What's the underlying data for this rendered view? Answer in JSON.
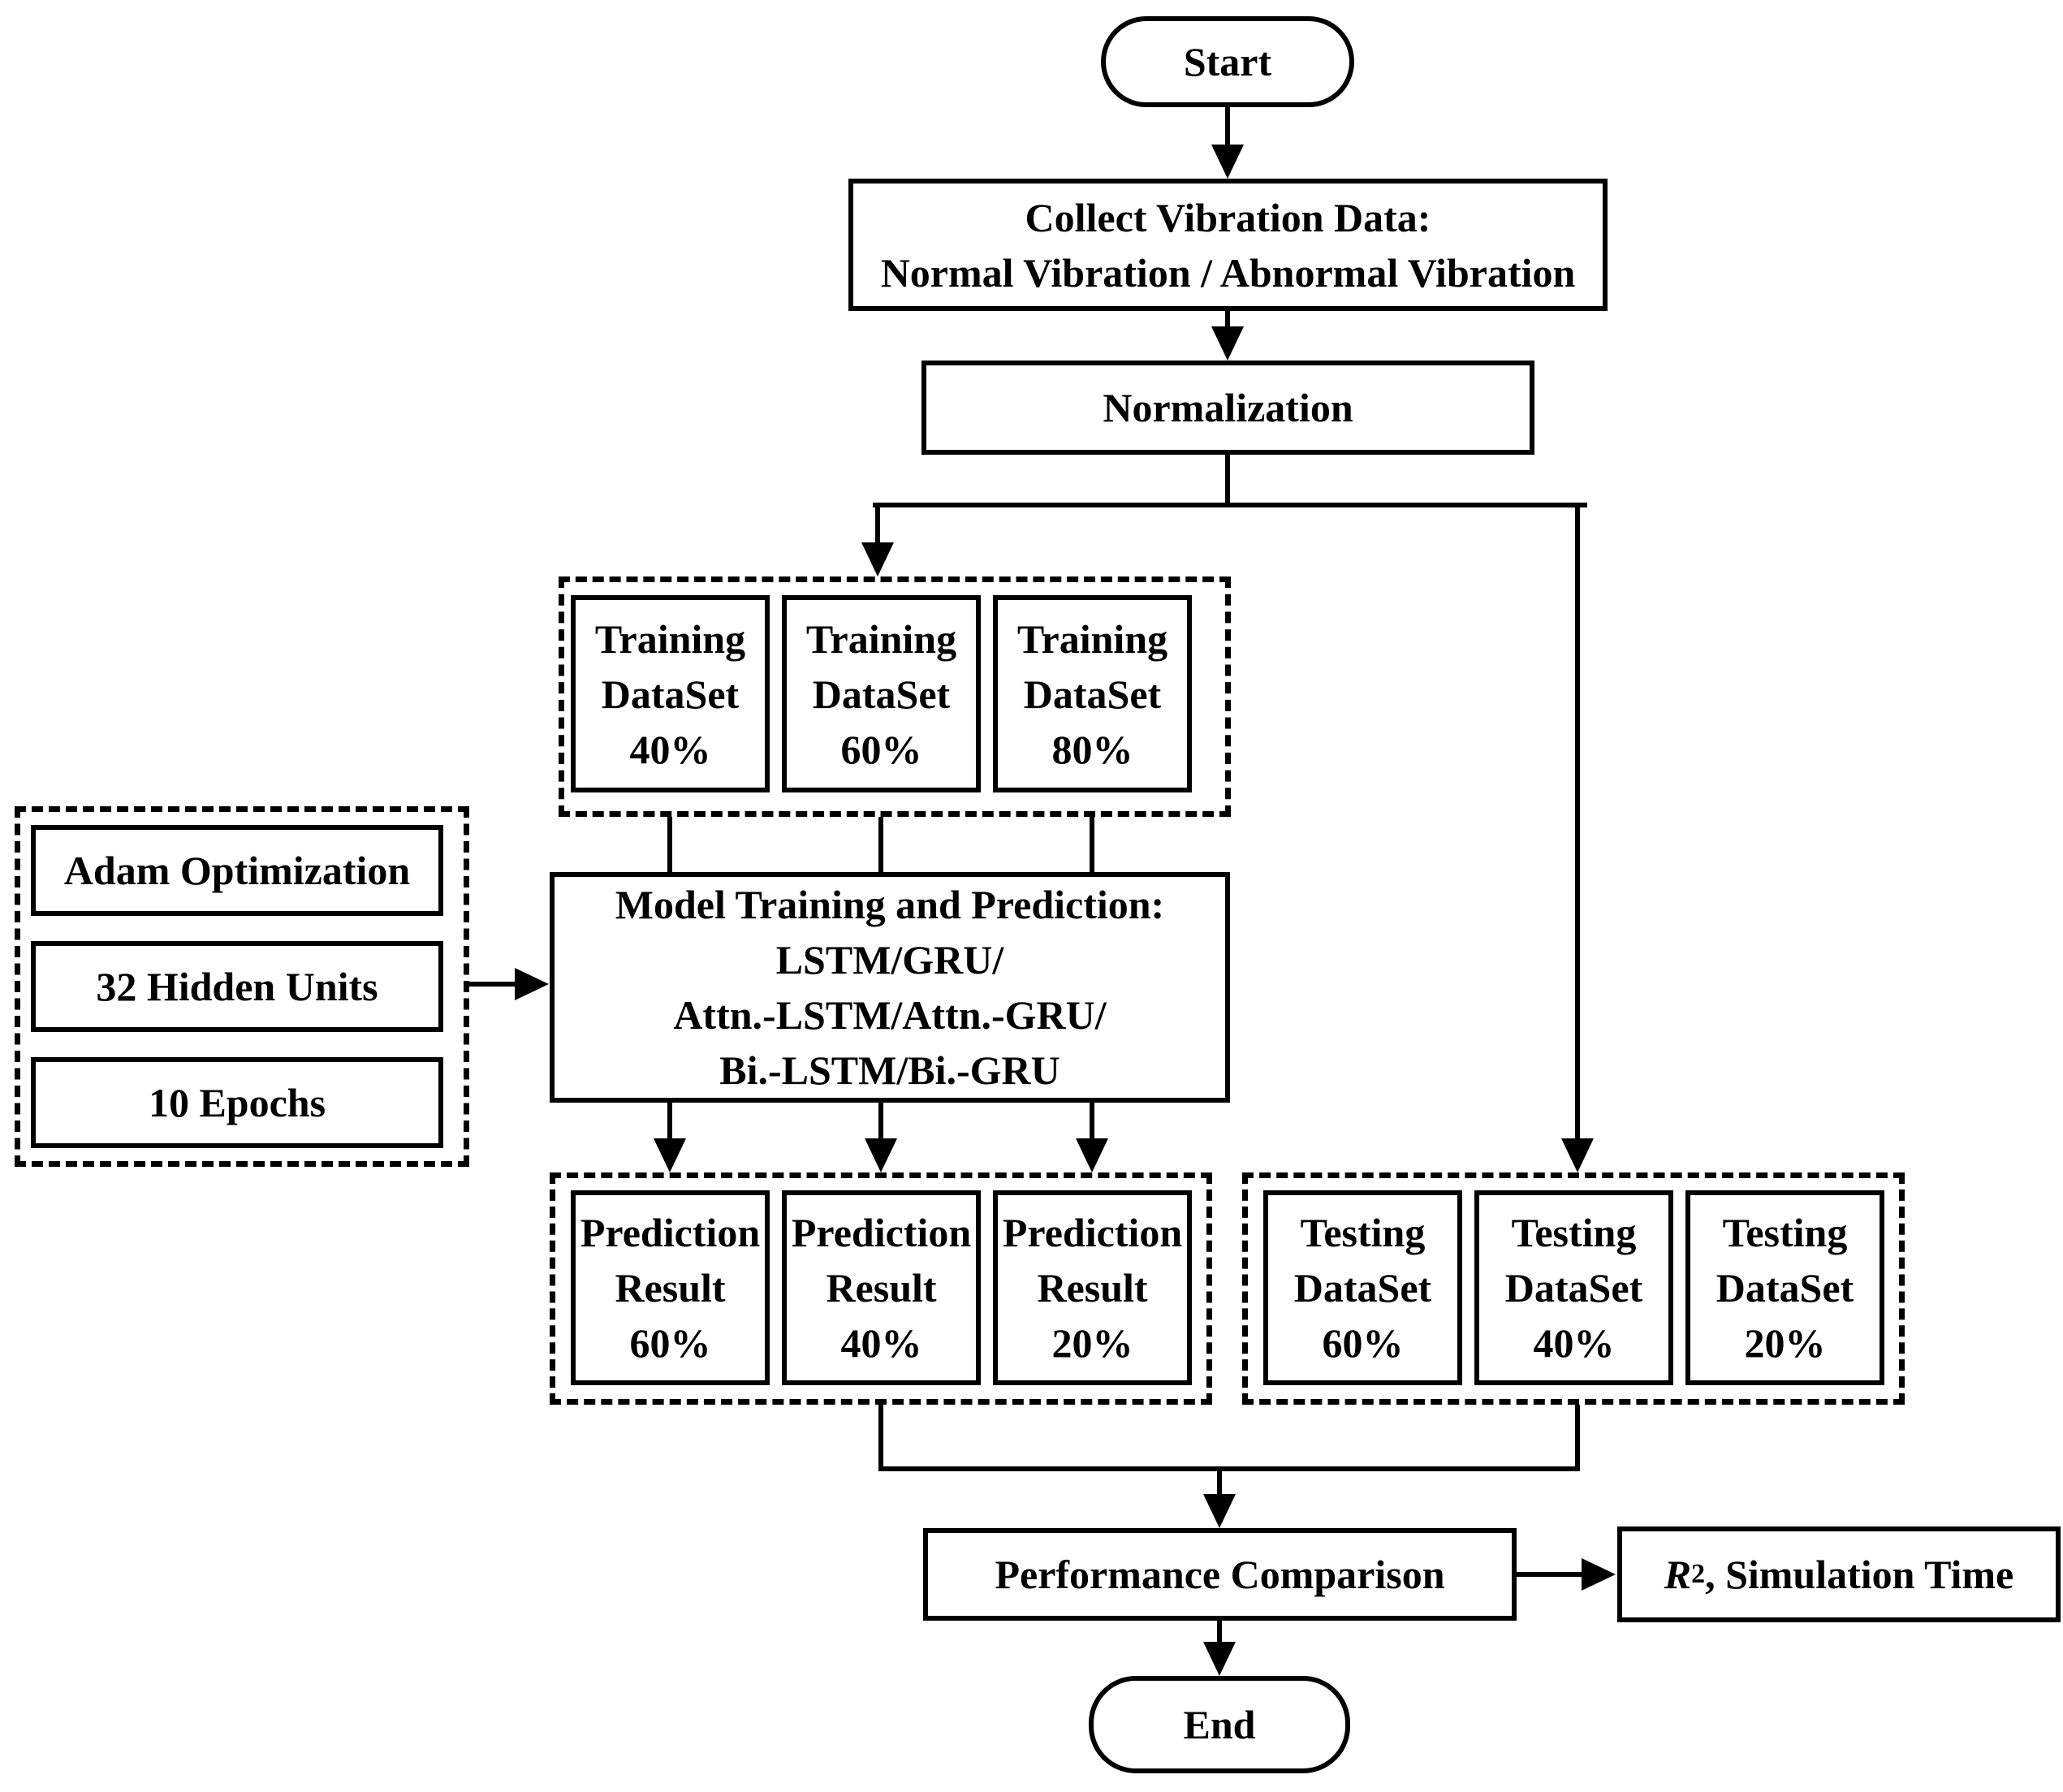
{
  "colors": {
    "stroke": "#000000",
    "background": "#ffffff"
  },
  "nodes": {
    "start": "Start",
    "collect": "Collect Vibration Data:\nNormal Vibration / Abnormal Vibration",
    "normalization": "Normalization",
    "model": "Model Training and Prediction:\nLSTM/GRU/\nAttn.-LSTM/Attn.-GRU/\nBi.-LSTM/Bi.-GRU",
    "performance": "Performance Comparison",
    "end": "End"
  },
  "metrics": {
    "r": "R",
    "sup": "2",
    "rest": ", Simulation Time"
  },
  "hyperparams": {
    "items": [
      "Adam Optimization",
      "32 Hidden Units",
      "10 Epochs"
    ]
  },
  "training": {
    "items": [
      "Training\nDataSet\n40%",
      "Training\nDataSet\n60%",
      "Training\nDataSet\n80%"
    ]
  },
  "prediction": {
    "items": [
      "Prediction\nResult\n60%",
      "Prediction\nResult\n40%",
      "Prediction\nResult\n20%"
    ]
  },
  "testing": {
    "items": [
      "Testing\nDataSet\n60%",
      "Testing\nDataSet\n40%",
      "Testing\nDataSet\n20%"
    ]
  }
}
